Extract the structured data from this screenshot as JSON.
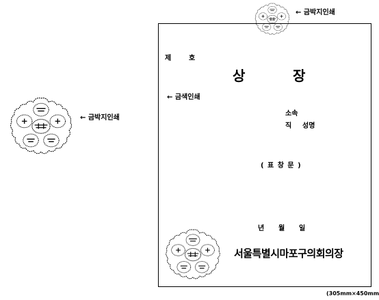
{
  "annotations": {
    "top_seal": "← 금박지인쇄",
    "left_seal": "← 금박지인쇄",
    "inner_mark": "← 금색인쇄"
  },
  "certificate": {
    "number_prefix": "제",
    "number_suffix": "호",
    "title_left": "상",
    "title_right": "장",
    "affiliation": "소속",
    "position": "직",
    "name": "성명",
    "citation": "( 표 창 문 )",
    "year": "년",
    "month": "월",
    "day": "일",
    "issuer": "서울특별시마포구의회의장"
  },
  "dimensions": "(305mm×450mm)",
  "seal_icon": "council-emblem-icon",
  "colors": {
    "ink": "#000000",
    "background": "#ffffff"
  }
}
